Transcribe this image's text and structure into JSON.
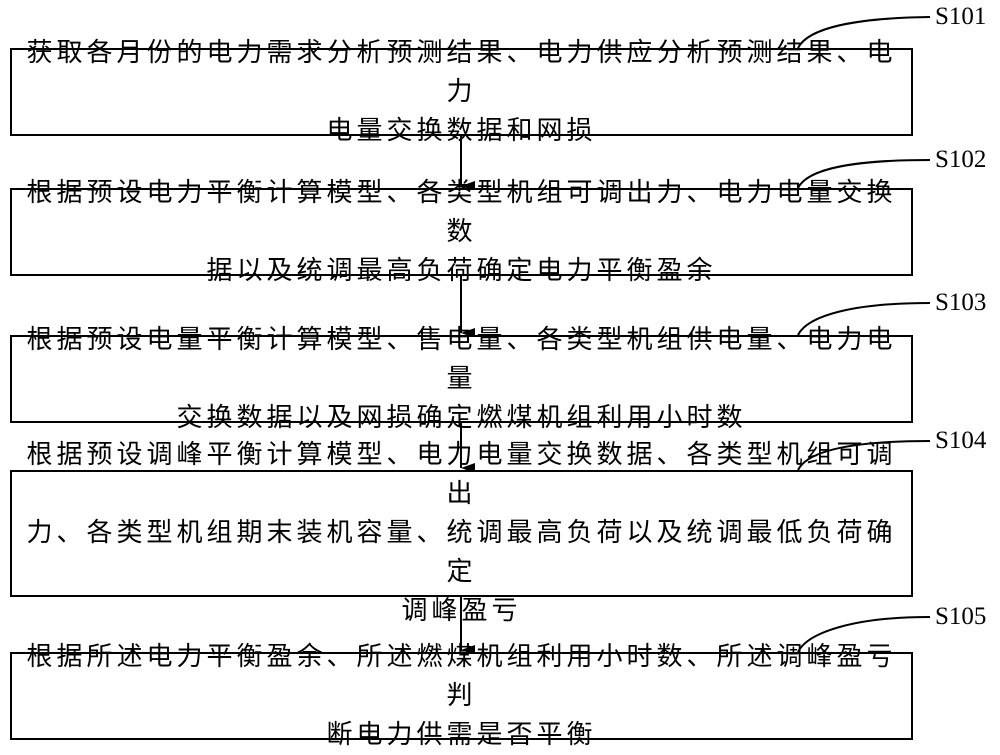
{
  "steps": [
    {
      "id": "S101",
      "text": "获取各月份的电力需求分析预测结果、电力供应分析预测结果、电力\n电量交换数据和网损"
    },
    {
      "id": "S102",
      "text": "根据预设电力平衡计算模型、各类型机组可调出力、电力电量交换数\n据以及统调最高负荷确定电力平衡盈余"
    },
    {
      "id": "S103",
      "text": "根据预设电量平衡计算模型、售电量、各类型机组供电量、电力电量\n交换数据以及网损确定燃煤机组利用小时数"
    },
    {
      "id": "S104",
      "text": "根据预设调峰平衡计算模型、电力电量交换数据、各类型机组可调出\n力、各类型机组期末装机容量、统调最高负荷以及统调最低负荷确定\n调峰盈亏"
    },
    {
      "id": "S105",
      "text": "根据所述电力平衡盈余、所述燃煤机组利用小时数、所述调峰盈亏判\n断电力供需是否平衡"
    }
  ]
}
